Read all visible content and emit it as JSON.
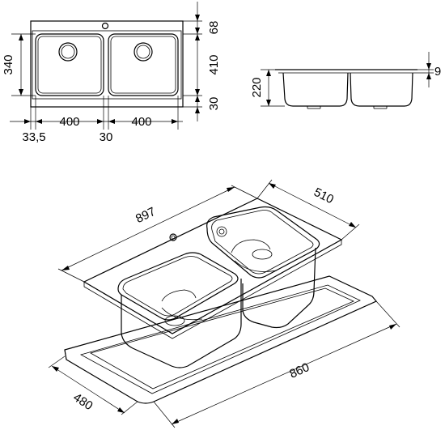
{
  "top_view": {
    "dim_68": "68",
    "dim_340": "340",
    "dim_410": "410",
    "dim_30_right": "30",
    "dim_400_left": "400",
    "dim_400_right": "400",
    "dim_33_5": "33,5",
    "dim_30_bottom": "30"
  },
  "side_view": {
    "dim_220": "220",
    "dim_9": "9"
  },
  "iso_view": {
    "dim_897": "897",
    "dim_510": "510",
    "dim_860": "860",
    "dim_480": "480"
  }
}
